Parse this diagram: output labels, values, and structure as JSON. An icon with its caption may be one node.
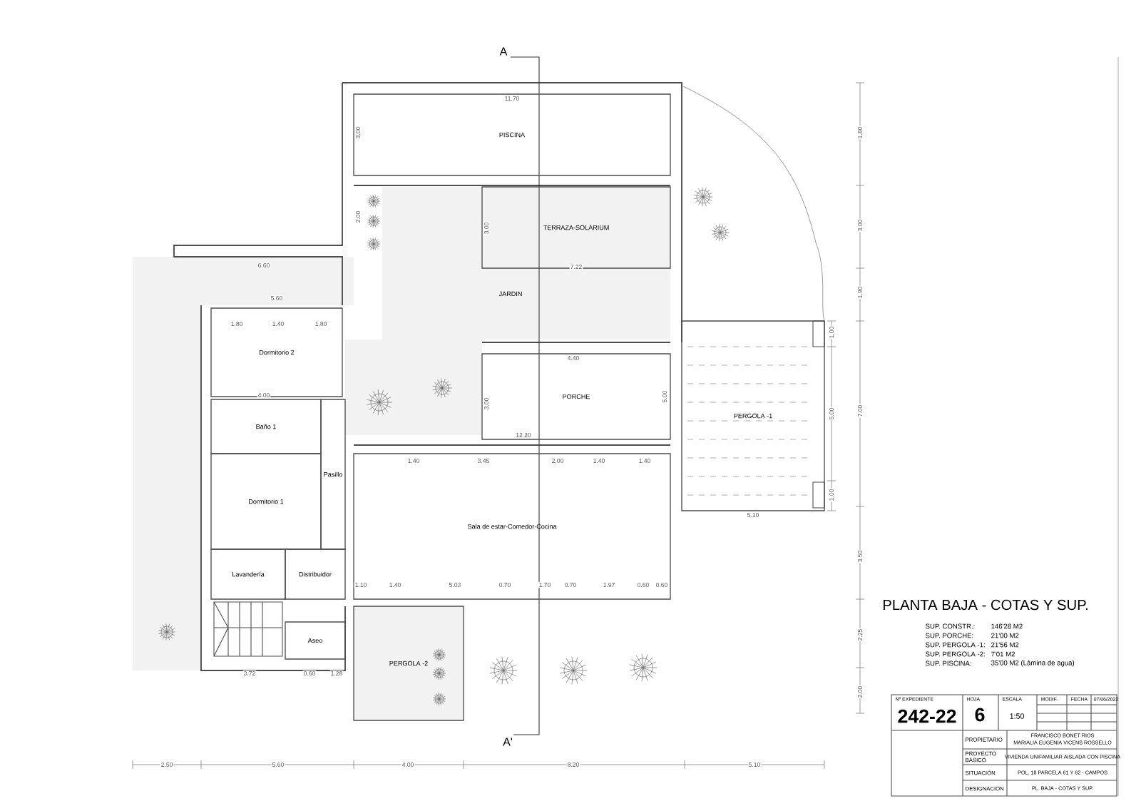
{
  "diagram": {
    "title": "PLANTA BAJA - COTAS Y SUP.",
    "nodes": [
      {
        "text": [
          "PISCINA"
        ]
      },
      {
        "text": [
          "TERRAZA-SOLARIUM"
        ]
      },
      {
        "text": [
          "JARDIN"
        ]
      },
      {
        "text": [
          "Dormitorio 2"
        ]
      },
      {
        "text": [
          "PORCHE"
        ]
      },
      {
        "text": [
          "Baño 1"
        ]
      },
      {
        "text": [
          "PERGOLA -1"
        ]
      },
      {
        "text": [
          "Dormitorio 1"
        ]
      },
      {
        "text": [
          "Pasillo"
        ]
      },
      {
        "text": [
          "Sala de estar-Comedor-Cocina"
        ]
      },
      {
        "text": [
          "Lavandería"
        ]
      },
      {
        "text": [
          "Distribuidor"
        ]
      },
      {
        "text": [
          "Aseo"
        ]
      },
      {
        "text": [
          "PERGOLA -2"
        ]
      }
    ],
    "edges": [],
    "labels": [
      "A",
      "11.70",
      "3.00",
      "2.00",
      "3.00",
      "6.60",
      "7.22",
      "5.60",
      "1.80",
      "1.40",
      "1.80",
      "4.00",
      "12.20",
      "4.40",
      "3.00",
      "5.00",
      "1.40",
      "3.45",
      "2.00",
      "1.40",
      "1.40",
      "1.10",
      "1.40",
      "5.03",
      "0.70",
      "1.70",
      "0.70",
      "1.97",
      "0.60",
      "0.60",
      "3.72",
      "0.60",
      "1.28",
      "5.10",
      "A'",
      "2.50",
      "5.60",
      "4.00",
      "8.20",
      "5.10",
      "1.80",
      "3.00",
      "1.90",
      "7.00",
      "3.50",
      "2.25",
      "2.00",
      "1.00",
      "5.00",
      "1.00",
      "SUP. CONSTR.:",
      "146'28 M2",
      "SUP. PORCHE:",
      "21'00 M2",
      "SUP. PERGOLA -1:",
      "21'56 M2",
      "SUP. PERGOLA -2:",
      "7'01 M2",
      "SUP. PISCINA:",
      "35'00 M2 (Lámina de agua)",
      "Nº EXPEDIENTE",
      "242-22",
      "HOJA",
      "6",
      "ESCALA",
      "1:50",
      "MODIF.",
      "FECHA",
      "07/06/2022",
      "PROPIETARIO",
      "FRANCISCO BONET RIOS",
      "MARIALIA EUGENIA VICENS ROSSELLO",
      "PROYECTO BÁSICO",
      "VIVIENDA UNIFAMILIAR AISLADA CON PISCINA",
      "SITUACIÓN",
      "POL. 18 PARCELA 61 Y 62 - CAMPOS",
      "DESIGNACIÓN",
      "PL. BAJA - COTAS Y SUP."
    ]
  }
}
